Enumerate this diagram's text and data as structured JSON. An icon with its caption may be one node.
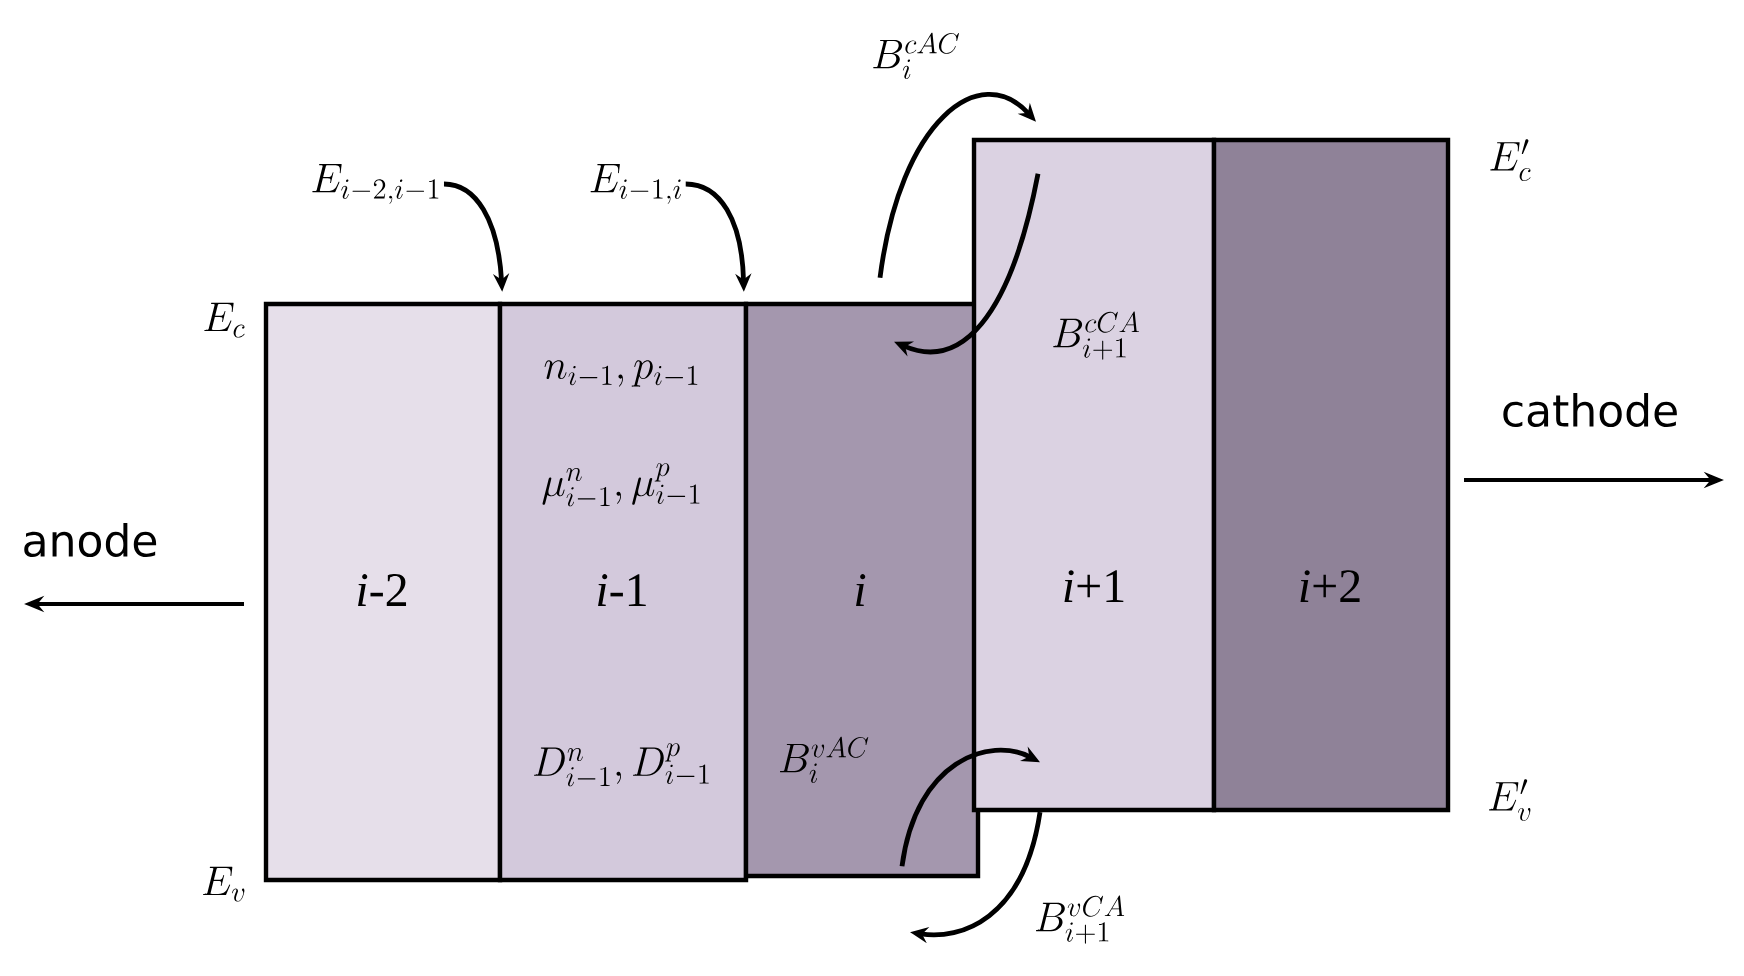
{
  "diagram": {
    "nodes": [
      {
        "text": [
          "*i*-2"
        ]
      },
      {
        "text": [
          "n_{i-1},p_{i-1}",
          "\\mu^{n}_{i-1},\\mu^{p}_{i-1}",
          "*i*-1",
          "D^{n}_{i-1},D^{p}_{i-1}"
        ]
      },
      {
        "text": [
          "i"
        ]
      },
      {
        "text": [
          "*i*+1"
        ]
      },
      {
        "text": [
          "*i*+2"
        ]
      },
      {
        "text": [
          "E_{i-2,i-1}"
        ]
      },
      {
        "text": [
          "E_{i-1,i}"
        ]
      }
    ],
    "edges": [
      {
        "from": 5,
        "to": 0,
        "arrow": "to"
      },
      {
        "from": 6,
        "to": 2,
        "arrow": "to"
      },
      {
        "from": 2,
        "to": 3,
        "arrow": "to",
        "label": "B_{i}^{cAC}"
      },
      {
        "from": 3,
        "to": 2,
        "arrow": "to",
        "label": "B_{i+1}^{cCA}"
      },
      {
        "from": 2,
        "to": 3,
        "arrow": "to",
        "label": "B_{i}^{vAC}"
      },
      {
        "from": 3,
        "to": 2,
        "arrow": "to",
        "label": "B_{i+1}^{vCA}"
      }
    ],
    "labels": [
      "E_{c}",
      "E_{v}",
      "E'_{c}",
      "E'_{v}",
      "anode",
      "cathode"
    ]
  }
}
